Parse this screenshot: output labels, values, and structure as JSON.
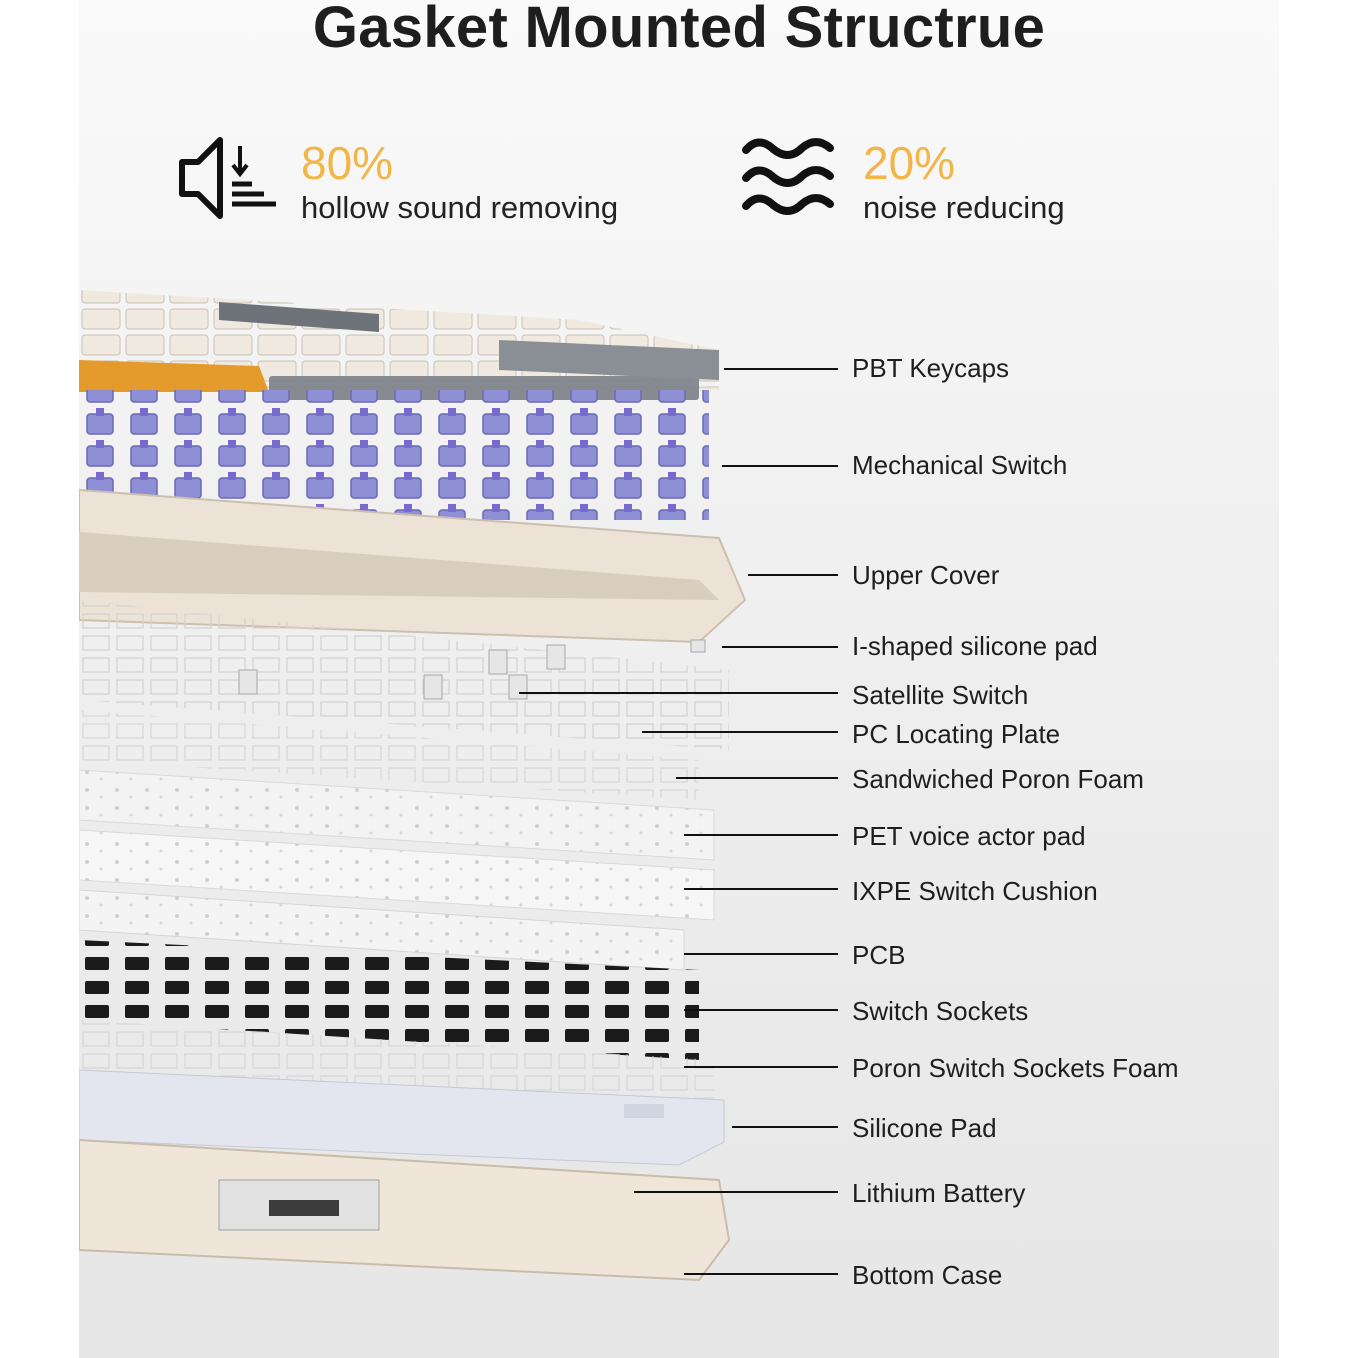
{
  "title": "Gasket Mounted Structrue",
  "stats": [
    {
      "percent": "80%",
      "label": "hollow sound removing",
      "icon": "speaker-sound-icon"
    },
    {
      "percent": "20%",
      "label": "noise reducing",
      "icon": "sound-waves-icon"
    }
  ],
  "accent_color": "#f2b548",
  "layers": [
    "PBT Keycaps",
    "Mechanical Switch",
    "Upper Cover",
    "I-shaped silicone pad",
    "Satellite Switch",
    "PC Locating Plate",
    "Sandwiched Poron Foam",
    "PET voice actor pad",
    "IXPE Switch Cushion",
    "PCB",
    "Switch Sockets",
    "Poron Switch Sockets Foam",
    "Silicone Pad",
    "Lithium Battery",
    "Bottom Case"
  ]
}
